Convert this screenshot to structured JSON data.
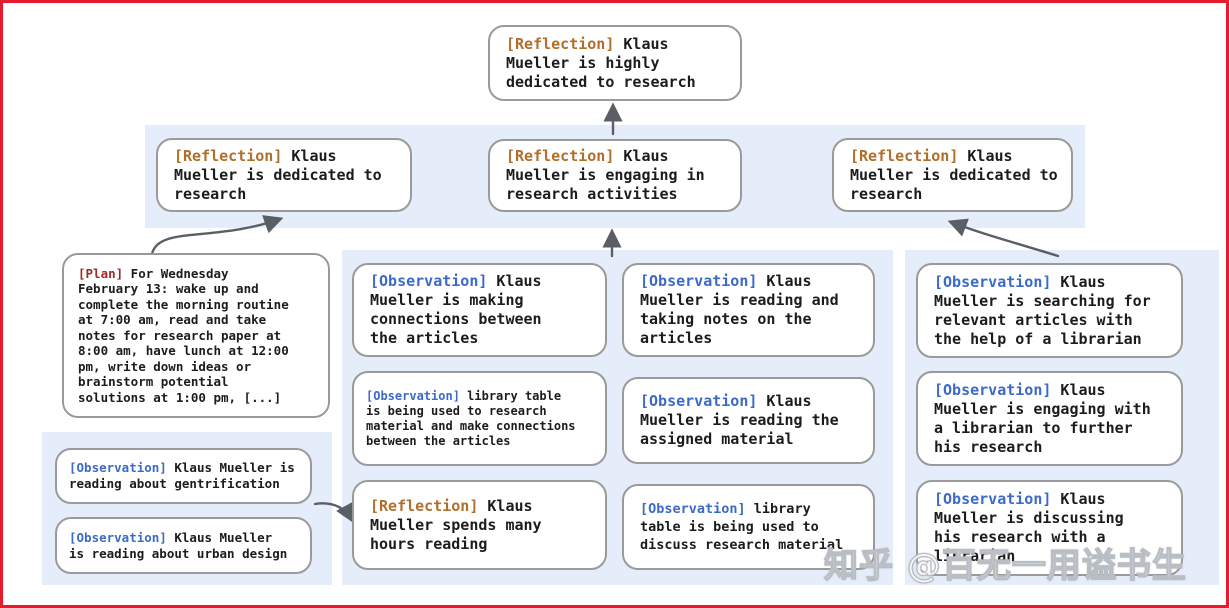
{
  "colors": {
    "reflection_label": "#b06f2b",
    "observation_label": "#3c6ac8",
    "plan_label": "#9e2b25",
    "panel_bg": "#e4edf9",
    "node_border": "#9a9a9a",
    "arrow": "#5a5f66",
    "frame_border": "#e61b2e",
    "text": "#1c1c1c"
  },
  "watermark": {
    "text": "知乎 @百无一用谥书生"
  },
  "nodes": {
    "top": {
      "label": "Reflection",
      "lines": [
        "Klaus",
        "Mueller is highly",
        "dedicated to research"
      ]
    },
    "reflLeft": {
      "label": "Reflection",
      "lines": [
        "Klaus",
        "Mueller is dedicated to",
        "research"
      ]
    },
    "reflMid": {
      "label": "Reflection",
      "lines": [
        "Klaus",
        "Mueller is engaging in",
        "research activities"
      ]
    },
    "reflRight": {
      "label": "Reflection",
      "lines": [
        "Klaus",
        "Mueller is dedicated to",
        "research"
      ]
    },
    "plan": {
      "label": "Plan",
      "lines": [
        "For Wednesday",
        "February 13: wake up and",
        "complete the morning routine",
        "at 7:00 am, read and take",
        "notes for research paper at",
        "8:00 am, have lunch at 12:00",
        "pm, write down ideas or",
        "brainstorm potential",
        "solutions at 1:00 pm, [...]"
      ]
    },
    "obsGentrification": {
      "label": "Observation",
      "lines": [
        "Klaus Mueller is",
        "reading about gentrification"
      ]
    },
    "obsUrbanDesign": {
      "label": "Observation",
      "lines": [
        "Klaus Mueller",
        "is reading about urban design"
      ]
    },
    "obsConnections": {
      "label": "Observation",
      "lines": [
        "Klaus",
        "Mueller is making",
        "connections between",
        "the articles"
      ]
    },
    "obsLibraryResearch": {
      "label": "Observation",
      "lines": [
        "library table",
        "is being used to research",
        "material and make connections",
        "between the articles"
      ]
    },
    "reflHoursReading": {
      "label": "Reflection",
      "lines": [
        "Klaus",
        "Mueller spends many",
        "hours reading"
      ]
    },
    "obsTakingNotes": {
      "label": "Observation",
      "lines": [
        "Klaus",
        "Mueller is reading and",
        "taking notes on the",
        "articles"
      ]
    },
    "obsAssignedMaterial": {
      "label": "Observation",
      "lines": [
        "Klaus",
        "Mueller is reading the",
        "assigned material"
      ]
    },
    "obsLibraryDiscuss": {
      "label": "Observation",
      "lines": [
        "library",
        "table is being used to",
        "discuss research material"
      ]
    },
    "obsSearchingArticles": {
      "label": "Observation",
      "lines": [
        "Klaus",
        "Mueller is searching for",
        "relevant articles with",
        "the help of a librarian"
      ]
    },
    "obsEngagingLibrarian": {
      "label": "Observation",
      "lines": [
        "Klaus",
        "Mueller is engaging with",
        "a librarian to further",
        "his research"
      ]
    },
    "obsDiscussingLibrarian": {
      "label": "Observation",
      "lines": [
        "Klaus",
        "Mueller is discussing",
        "his research with a",
        "librarian"
      ]
    }
  }
}
